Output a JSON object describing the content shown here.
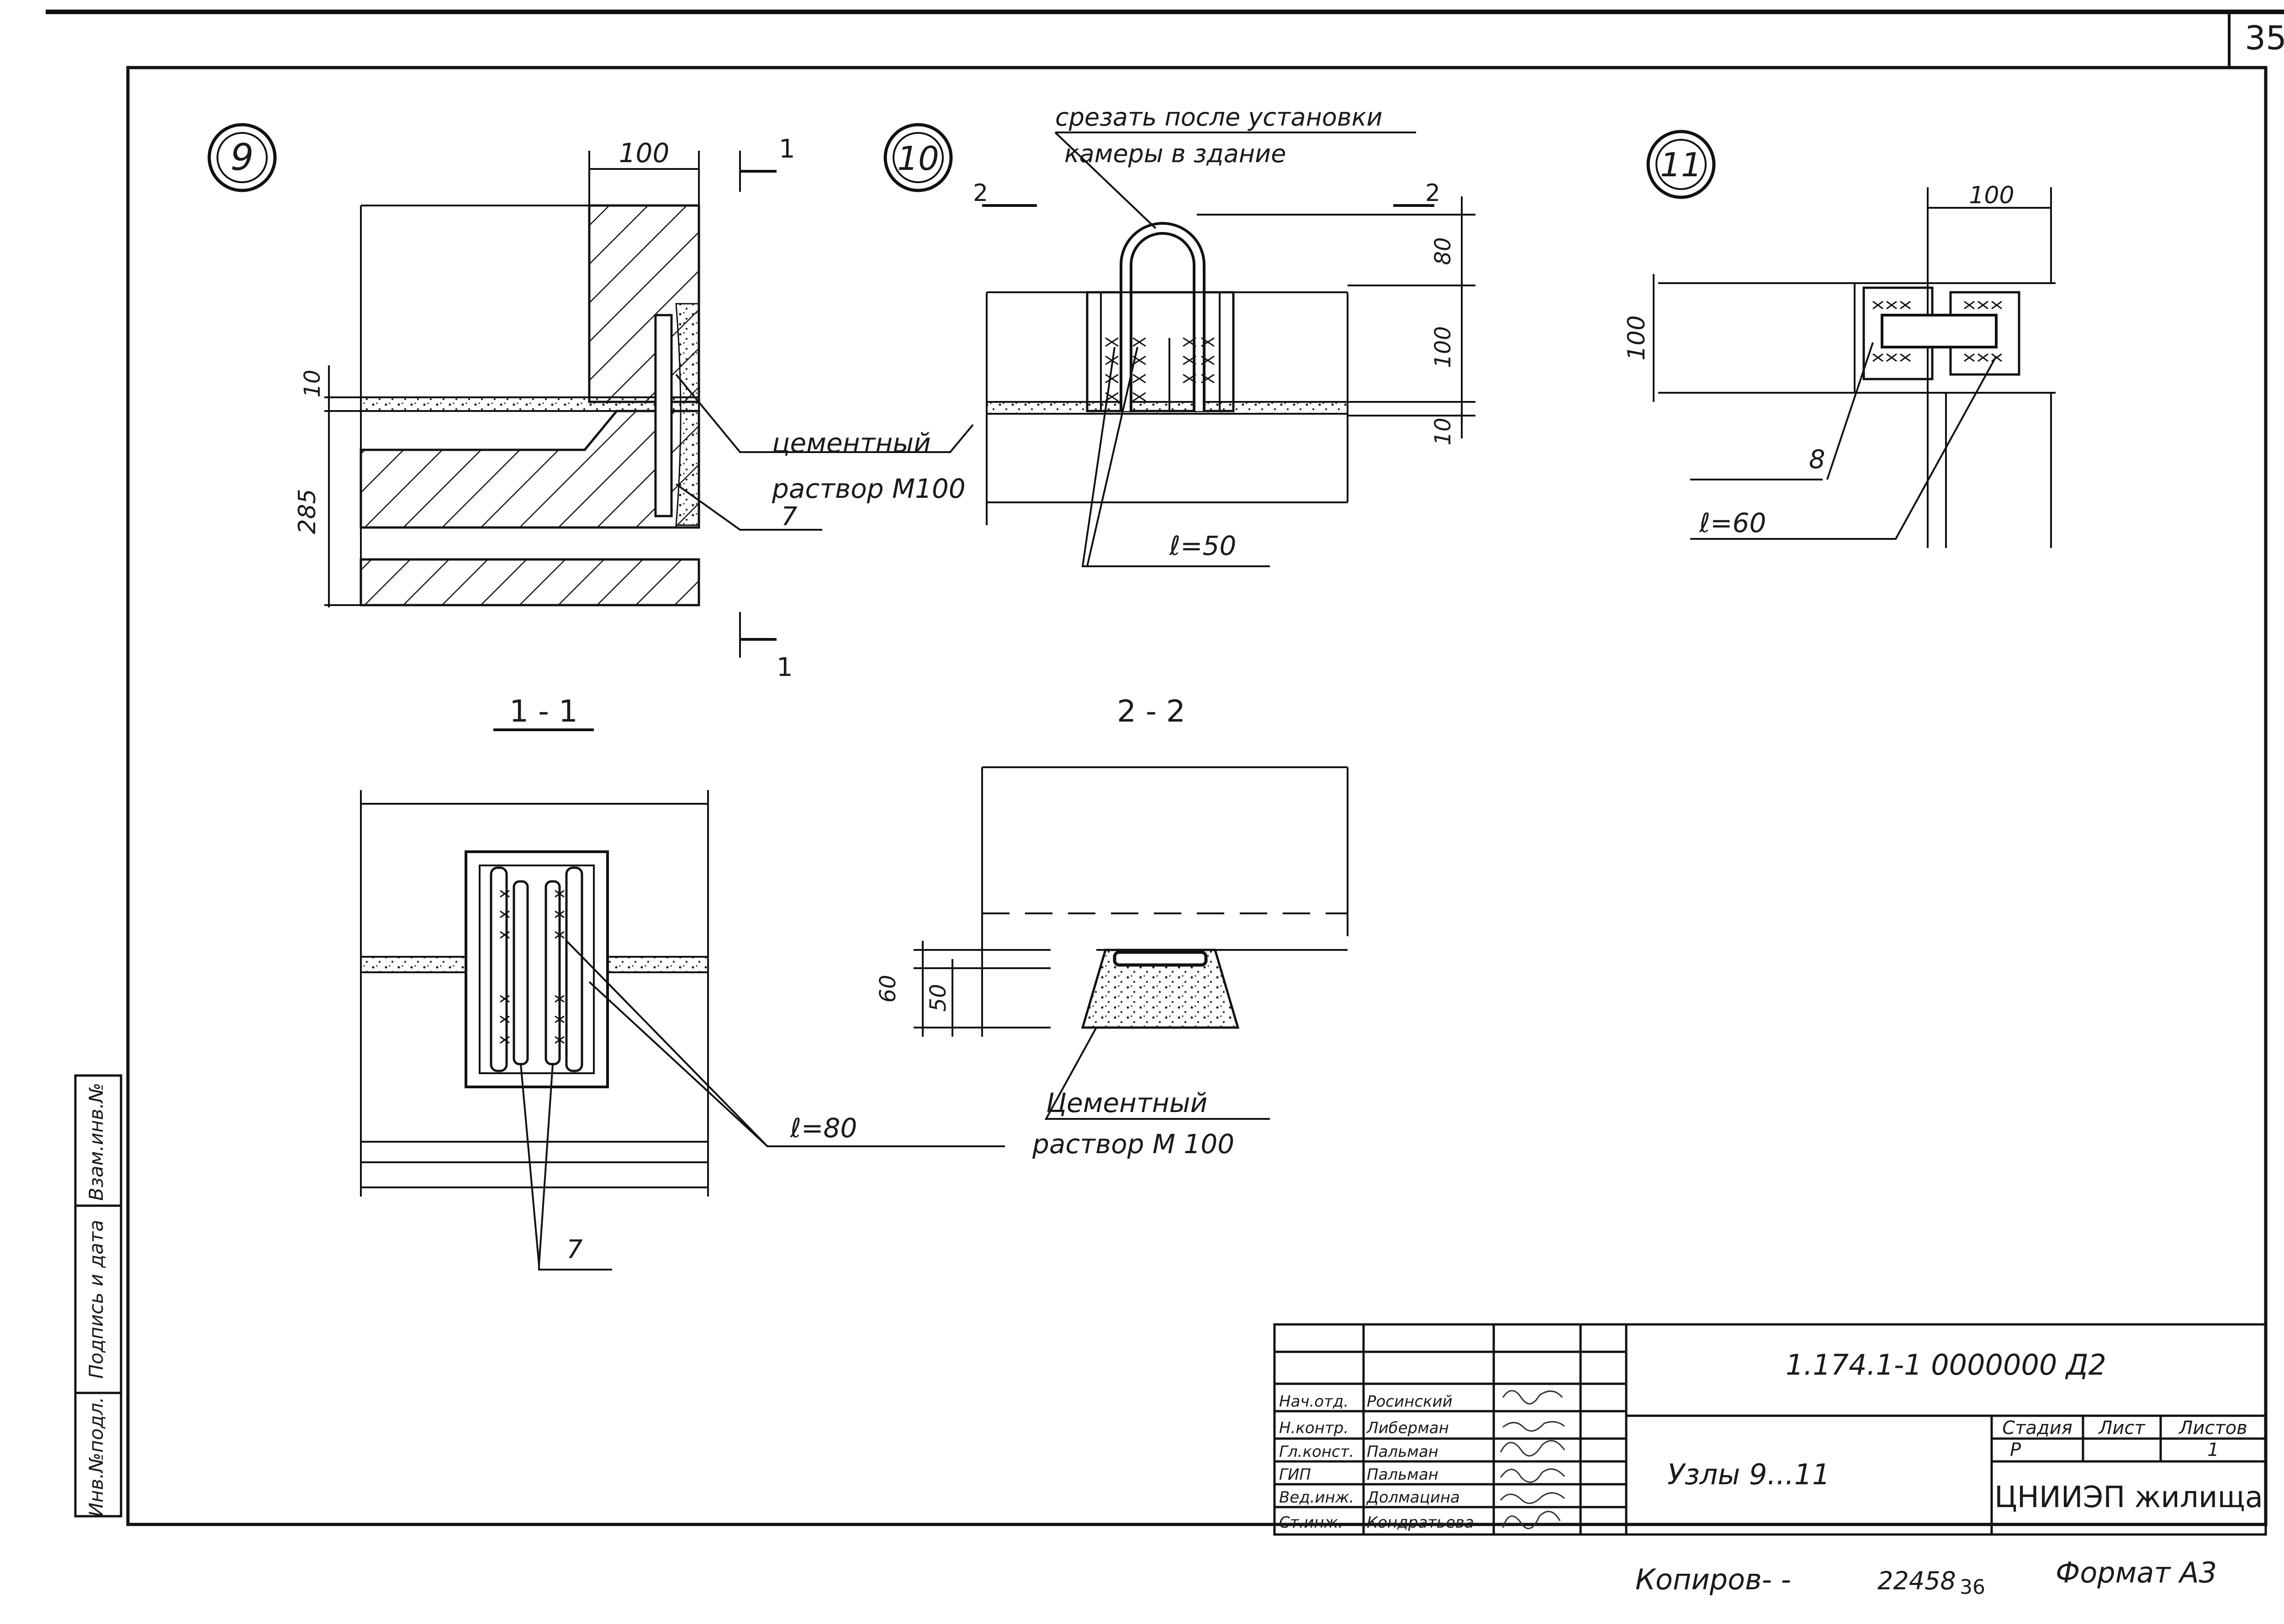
{
  "sheet": {
    "page_number": "35",
    "bottom_page_number": "36",
    "copy_label": "Копиров- -",
    "copy_number": "22458",
    "format_label": "Формат А3"
  },
  "node9": {
    "number": "9",
    "dim_top": "100",
    "dim_left_10": "10",
    "dim_left_285": "285",
    "cut_mark": "1",
    "note_line1": "цементный",
    "note_line2": "раствор М100",
    "callout": "7"
  },
  "node10": {
    "number": "10",
    "note_line1": "срезать после установки",
    "note_line2": "камеры в здание",
    "cut_mark": "2",
    "dim_80": "80",
    "dim_100": "100",
    "dim_10": "10",
    "length": "ℓ=50"
  },
  "node11": {
    "number": "11",
    "dim_top": "100",
    "dim_left": "100",
    "callout": "8",
    "length": "ℓ=60"
  },
  "section11": {
    "title": "1 - 1",
    "length": "ℓ=80",
    "callout": "7"
  },
  "section22": {
    "title": "2 - 2",
    "dim_60": "60",
    "dim_50": "50",
    "note_line1": "Цементный",
    "note_line2": "раствор М 100"
  },
  "side_stamp": {
    "col1": "Инв.№подл.",
    "col2": "Подпись и дата",
    "col3": "Взам.инв.№"
  },
  "title_block": {
    "doc_code": "1.174.1-1   0000000 Д2",
    "sheet_title": "Узлы  9...11",
    "organization": "ЦНИИЭП жилища",
    "stage_header": "Стадия",
    "sheet_header": "Лист",
    "sheets_header": "Листов",
    "stage_value": "Р",
    "sheets_value": "1",
    "staff": [
      {
        "role": "Нач.отд.",
        "name": "Росинский"
      },
      {
        "role": "Н.контр.",
        "name": "Либерман"
      },
      {
        "role": "Гл.конст.",
        "name": "Пальман"
      },
      {
        "role": "ГИП",
        "name": "Пальман"
      },
      {
        "role": "Вед.инж.",
        "name": "Долмацина"
      },
      {
        "role": "Ст.инж.",
        "name": "Кондратьева"
      }
    ]
  }
}
